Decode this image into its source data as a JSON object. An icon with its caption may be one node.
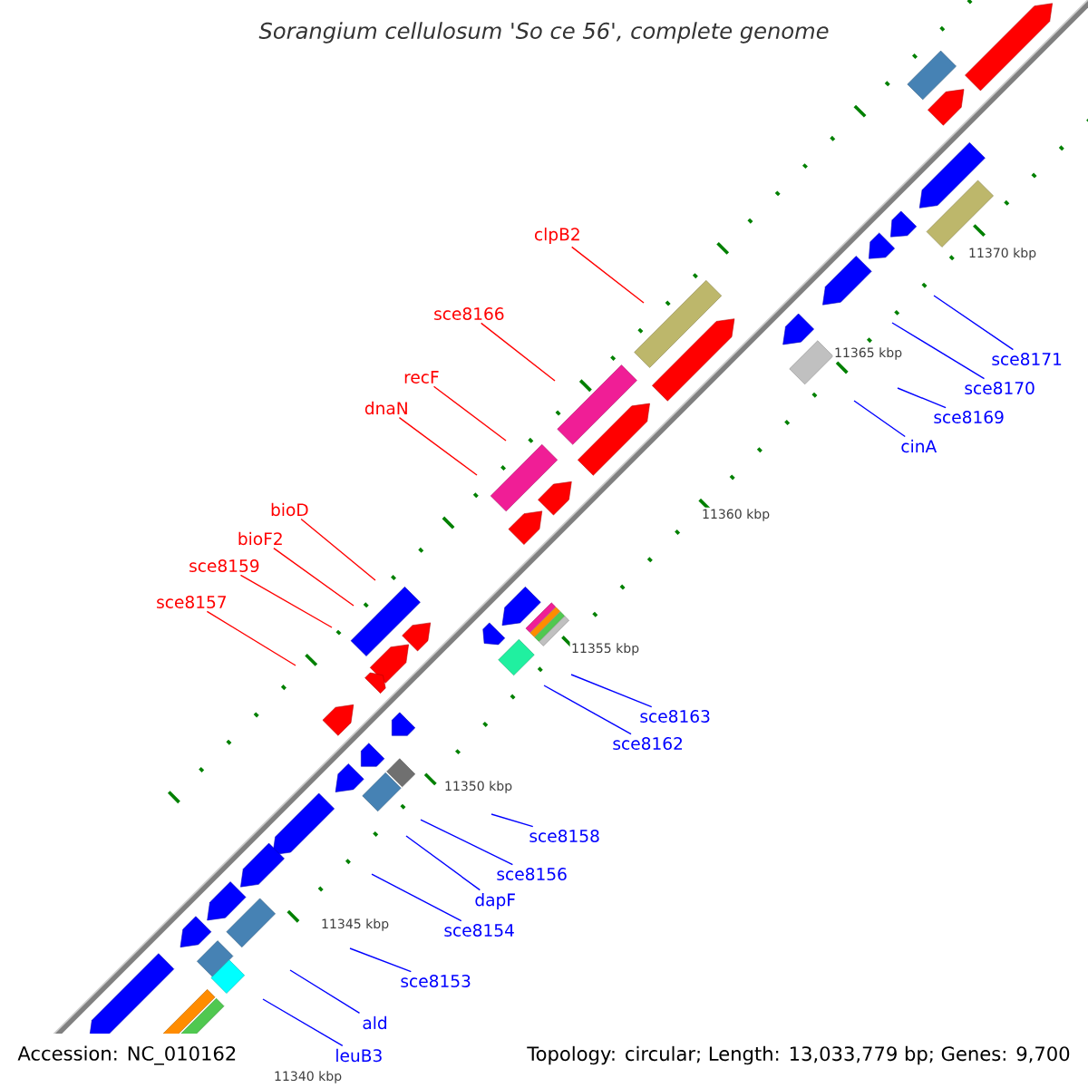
{
  "diagram": {
    "title": "*Sorangium cellulosum 'So ce 56', complete genome*",
    "nodes": [
      {
        "text": [
          "clpB2"
        ]
      },
      {
        "text": [
          "sce8166"
        ]
      },
      {
        "text": [
          "recF"
        ]
      },
      {
        "text": [
          "dnaN"
        ]
      },
      {
        "text": [
          "bioD"
        ]
      },
      {
        "text": [
          "bioF2"
        ]
      },
      {
        "text": [
          "sce8159"
        ]
      },
      {
        "text": [
          "sce8157"
        ]
      },
      {
        "text": [
          "sce8171"
        ]
      },
      {
        "text": [
          "sce8170"
        ]
      },
      {
        "text": [
          "sce8169"
        ]
      },
      {
        "text": [
          "cinA"
        ]
      },
      {
        "text": [
          "sce8163"
        ]
      },
      {
        "text": [
          "sce8162"
        ]
      },
      {
        "text": [
          "sce8158"
        ]
      },
      {
        "text": [
          "sce8156"
        ]
      },
      {
        "text": [
          "dapF"
        ]
      },
      {
        "text": [
          "sce8154"
        ]
      },
      {
        "text": [
          "sce8153"
        ]
      },
      {
        "text": [
          "ald"
        ]
      },
      {
        "text": [
          "leuB3"
        ]
      }
    ],
    "edges": [
      {
        "from": 0,
        "to": null,
        "arrow": "none",
        "color": "#ff0000"
      },
      {
        "from": 1,
        "to": null,
        "arrow": "none",
        "color": "#ff0000"
      },
      {
        "from": 2,
        "to": null,
        "arrow": "none",
        "color": "#ff0000"
      },
      {
        "from": 3,
        "to": null,
        "arrow": "none",
        "color": "#ff0000"
      },
      {
        "from": 4,
        "to": null,
        "arrow": "none",
        "color": "#ff0000"
      },
      {
        "from": 5,
        "to": null,
        "arrow": "none",
        "color": "#ff0000"
      },
      {
        "from": 6,
        "to": null,
        "arrow": "none",
        "color": "#ff0000"
      },
      {
        "from": 7,
        "to": null,
        "arrow": "none",
        "color": "#ff0000"
      },
      {
        "from": 8,
        "to": null,
        "arrow": "none"
      },
      {
        "from": 9,
        "to": null,
        "arrow": "none"
      },
      {
        "from": 10,
        "to": null,
        "arrow": "none"
      },
      {
        "from": 11,
        "to": null,
        "arrow": "none"
      },
      {
        "from": 12,
        "to": null,
        "arrow": "none"
      },
      {
        "from": 13,
        "to": null,
        "arrow": "none"
      },
      {
        "from": 14,
        "to": null,
        "arrow": "none"
      },
      {
        "from": 15,
        "to": null,
        "arrow": "none"
      },
      {
        "from": 16,
        "to": null,
        "arrow": "none"
      },
      {
        "from": 17,
        "to": null,
        "arrow": "none"
      },
      {
        "from": 18,
        "to": null,
        "arrow": "none"
      },
      {
        "from": 19,
        "to": null,
        "arrow": "none"
      },
      {
        "from": 20,
        "to": null,
        "arrow": "none"
      }
    ],
    "labels": [
      "11370 kbp",
      "11365 kbp",
      "11360 kbp",
      "11355 kbp",
      "11350 kbp",
      "11345 kbp",
      "11340 kbp",
      "Accession: NC_010162",
      "Topology: circular; Length: 13,033,779 bp; Genes: 9,700"
    ]
  }
}
